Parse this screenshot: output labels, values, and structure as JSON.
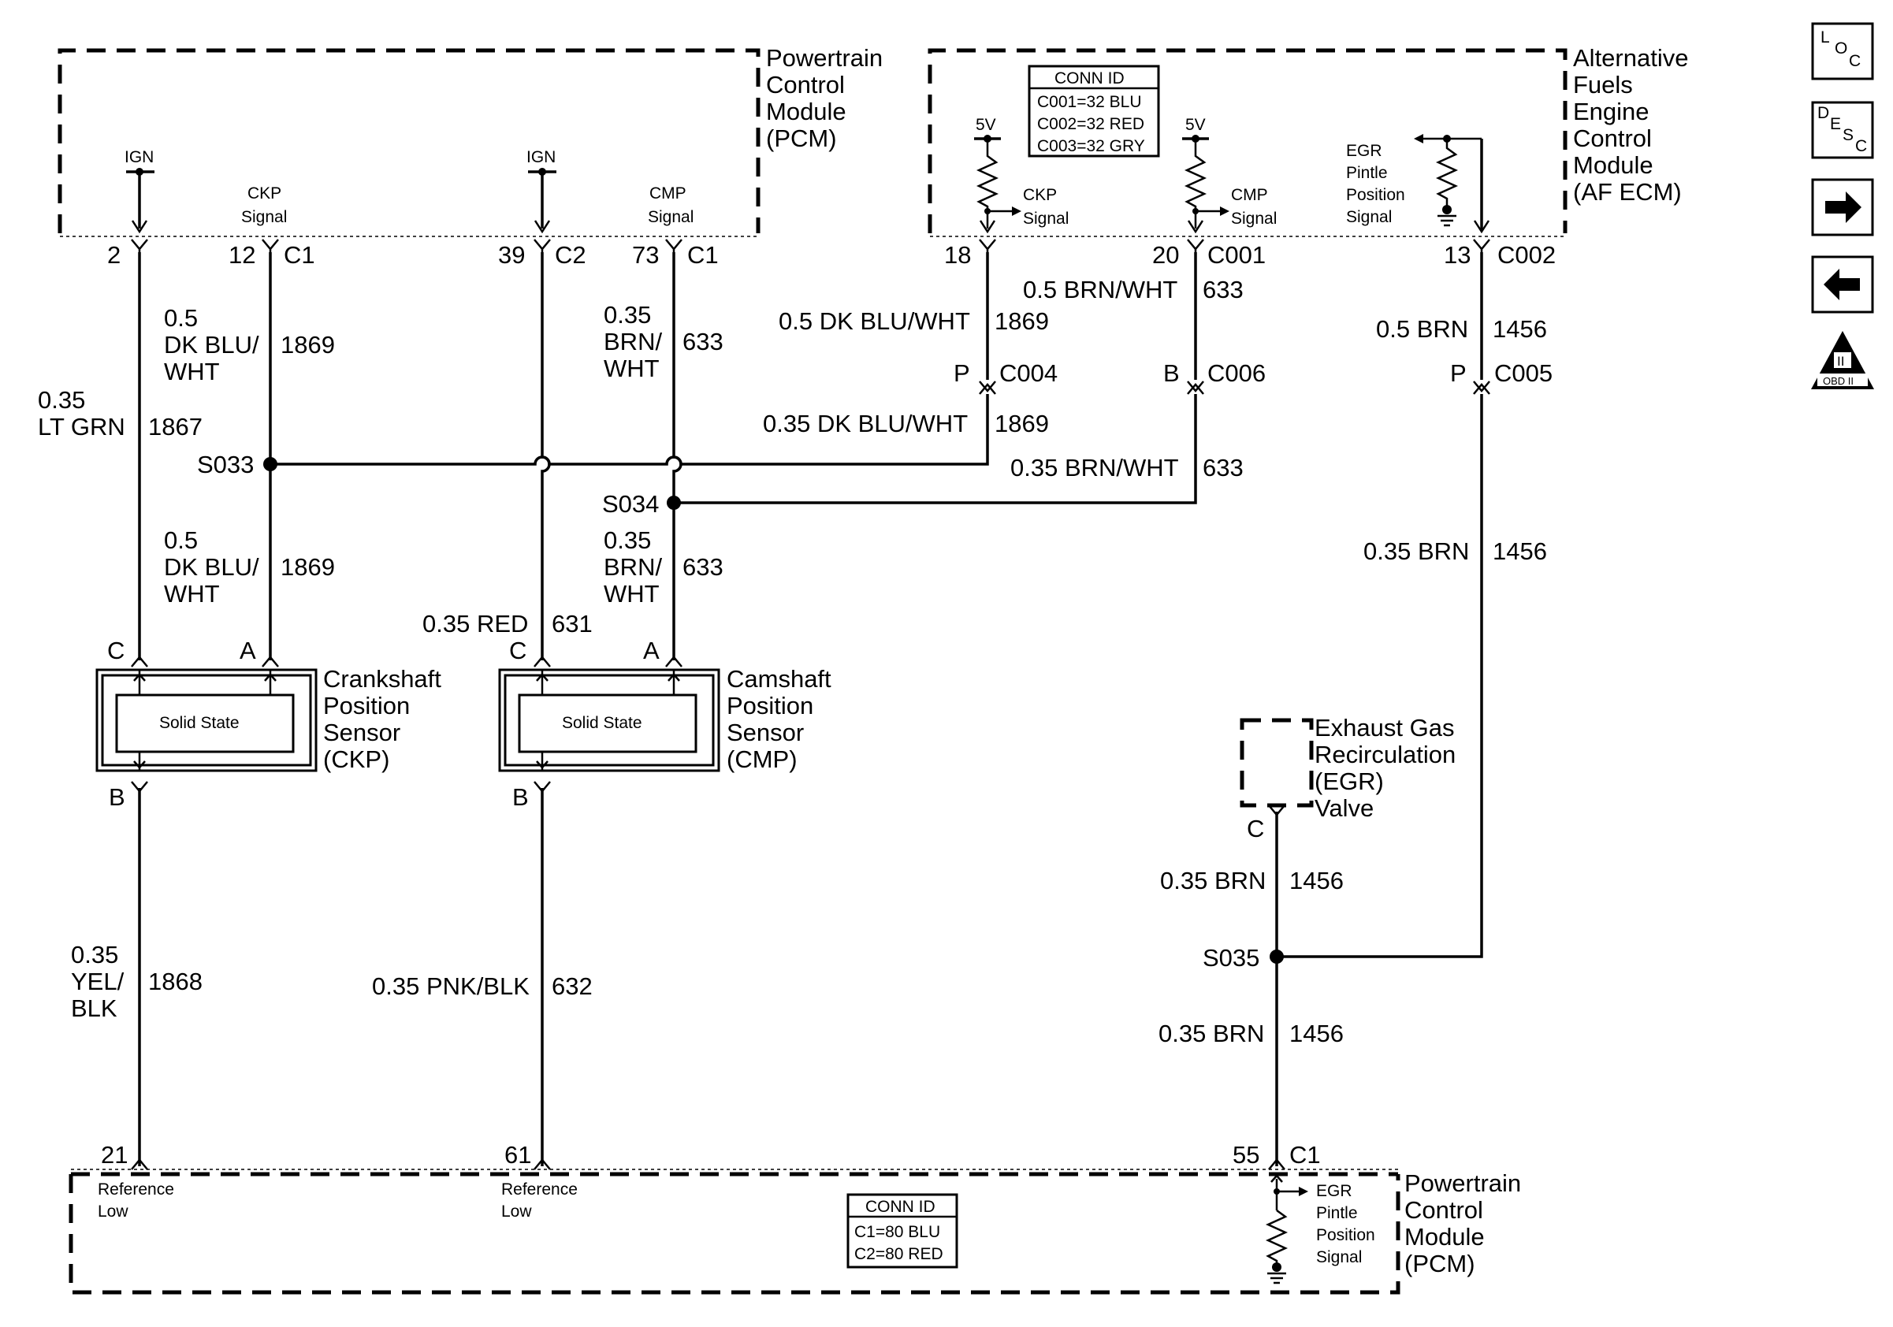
{
  "pcm_top": {
    "title": [
      "Powertrain",
      "Control",
      "Module",
      "(PCM)"
    ],
    "ign_label": "IGN",
    "ckp_signal": [
      "CKP",
      "Signal"
    ],
    "cmp_signal": [
      "CMP",
      "Signal"
    ],
    "pins": [
      {
        "pin": "2",
        "conn": ""
      },
      {
        "pin": "12",
        "conn": "C1"
      },
      {
        "pin": "39",
        "conn": "C2"
      },
      {
        "pin": "73",
        "conn": "C1"
      }
    ]
  },
  "af_ecm": {
    "title": [
      "Alternative",
      "Fuels",
      "Engine",
      "Control",
      "Module",
      "(AF ECM)"
    ],
    "conn_id": {
      "header": "CONN ID",
      "rows": [
        "C001=32 BLU",
        "C002=32 RED",
        "C003=32 GRY"
      ]
    },
    "five_v": "5V",
    "ckp_signal": [
      "CKP",
      "Signal"
    ],
    "cmp_signal": [
      "CMP",
      "Signal"
    ],
    "egr_signal": [
      "EGR",
      "Pintle",
      "Position",
      "Signal"
    ],
    "pins": [
      {
        "pin": "18",
        "conn": ""
      },
      {
        "pin": "20",
        "conn": "C001"
      },
      {
        "pin": "13",
        "conn": "C002"
      }
    ]
  },
  "wires": {
    "w1867": {
      "size": "0.35",
      "color": "LT GRN",
      "circuit": "1867"
    },
    "w1869_top": {
      "size": "0.5",
      "color": [
        "DK BLU/",
        "WHT"
      ],
      "circuit": "1869"
    },
    "w1869_mid": {
      "size": "0.5",
      "color": [
        "DK BLU/",
        "WHT"
      ],
      "circuit": "1869"
    },
    "w633_top": {
      "size": "0.35",
      "color": [
        "BRN/",
        "WHT"
      ],
      "circuit": "633"
    },
    "w633_mid": {
      "size": "0.35",
      "color": [
        "BRN/",
        "WHT"
      ],
      "circuit": "633"
    },
    "w631": {
      "label": "0.35 RED",
      "circuit": "631"
    },
    "w1869_ecm": {
      "label": "0.5 DK BLU/WHT",
      "circuit": "1869"
    },
    "w1869_ecm_low": {
      "label": "0.35 DK BLU/WHT",
      "circuit": "1869"
    },
    "w633_ecm": {
      "label": "0.5 BRN/WHT",
      "circuit": "633"
    },
    "w633_ecm_low": {
      "label": "0.35 BRN/WHT",
      "circuit": "633"
    },
    "w1456_a": {
      "label": "0.5 BRN",
      "circuit": "1456"
    },
    "w1456_b": {
      "label": "0.35 BRN",
      "circuit": "1456"
    },
    "w1456_c": {
      "label": "0.35 BRN",
      "circuit": "1456"
    },
    "w1456_d": {
      "label": "0.35 BRN",
      "circuit": "1456"
    },
    "w1868": {
      "size": "0.35",
      "color": [
        "YEL/",
        "BLK"
      ],
      "circuit": "1868"
    },
    "w632": {
      "label": "0.35 PNK/BLK",
      "circuit": "632"
    }
  },
  "connectors": {
    "c004": {
      "pin": "P",
      "name": "C004"
    },
    "c006": {
      "pin": "B",
      "name": "C006"
    },
    "c005": {
      "pin": "P",
      "name": "C005"
    }
  },
  "splices": {
    "s033": "S033",
    "s034": "S034",
    "s035": "S035"
  },
  "ckp_sensor": {
    "title": [
      "Crankshaft",
      "Position",
      "Sensor",
      "(CKP)"
    ],
    "inner": "Solid State",
    "pins": [
      "C",
      "A",
      "B"
    ]
  },
  "cmp_sensor": {
    "title": [
      "Camshaft",
      "Position",
      "Sensor",
      "(CMP)"
    ],
    "inner": "Solid State",
    "pins": [
      "C",
      "A",
      "B"
    ]
  },
  "egr_valve": {
    "title": [
      "Exhaust Gas",
      "Recirculation",
      "(EGR)",
      "Valve"
    ],
    "pin": "C"
  },
  "pcm_bottom": {
    "title": [
      "Powertrain",
      "Control",
      "Module",
      "(PCM)"
    ],
    "ref_low": [
      "Reference",
      "Low"
    ],
    "egr_signal": [
      "EGR",
      "Pintle",
      "Position",
      "Signal"
    ],
    "conn_id": {
      "header": "CONN ID",
      "rows": [
        "C1=80 BLU",
        "C2=80 RED"
      ]
    },
    "pins": [
      {
        "pin": "21",
        "conn": ""
      },
      {
        "pin": "61",
        "conn": ""
      },
      {
        "pin": "55",
        "conn": "C1"
      }
    ]
  },
  "nav": {
    "loc": {
      "a": "L",
      "b": "O",
      "c": "C"
    },
    "desc": {
      "a": "D",
      "b": "E",
      "c": "S",
      "d": "C"
    },
    "obd": {
      "num": "II",
      "label": "OBD II"
    }
  }
}
